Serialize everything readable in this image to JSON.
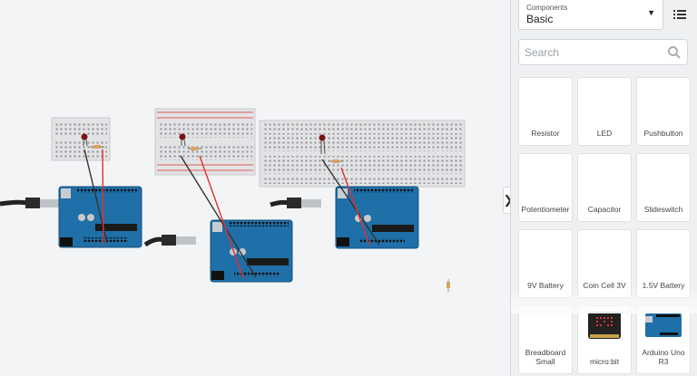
{
  "panel": {
    "dropdown": {
      "label": "Components",
      "value": "Basic"
    },
    "search": {
      "placeholder": "Search"
    },
    "components": [
      {
        "label": "Resistor"
      },
      {
        "label": "LED"
      },
      {
        "label": "Pushbutton"
      },
      {
        "label": "Potentiometer"
      },
      {
        "label": "Capacitor"
      },
      {
        "label": "Slideswitch"
      },
      {
        "label": "9V Battery"
      },
      {
        "label": "Coin Cell 3V"
      },
      {
        "label": "1.5V Battery"
      },
      {
        "label": "Breadboard Small"
      },
      {
        "label": "micro:bit"
      },
      {
        "label": "Arduino Uno R3"
      }
    ]
  },
  "icons": {
    "collapse": "chevron-right-icon",
    "list": "list-view-icon",
    "search": "search-icon"
  },
  "colors": {
    "arduino": "#1f6fa8",
    "wire_red": "#e0302d",
    "wire_black": "#333333",
    "breadboard": "#e3e4e6"
  }
}
